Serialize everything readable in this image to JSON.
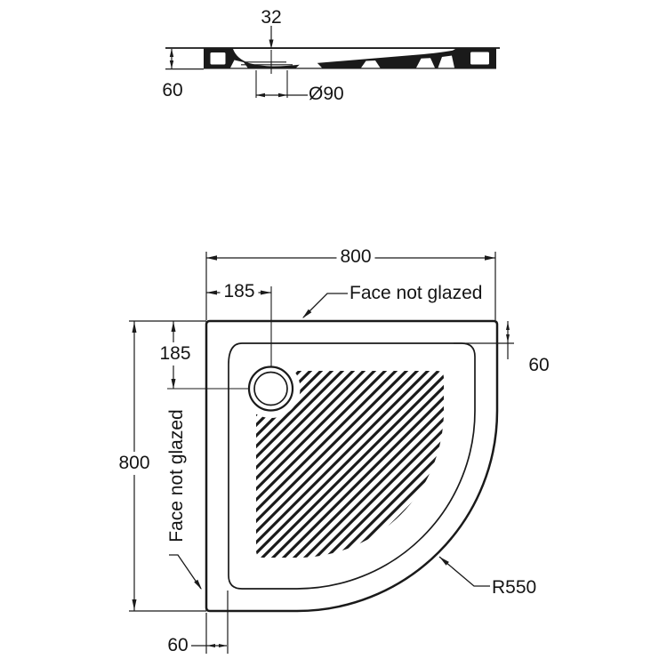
{
  "section_view": {
    "dim_waste_offset": "32",
    "dim_height": "60",
    "dim_waste_diameter": "Ø90"
  },
  "plan_view": {
    "dim_width_top": "800",
    "dim_height_left": "800",
    "dim_drain_from_left": "185",
    "dim_drain_from_top": "185",
    "dim_rim_right": "60",
    "dim_rim_bottom": "60",
    "dim_corner_radius": "R550",
    "label_face_top": "Face not glazed",
    "label_face_left": "Face not glazed"
  },
  "colors": {
    "line": "#1a1a1a",
    "background": "#ffffff"
  }
}
